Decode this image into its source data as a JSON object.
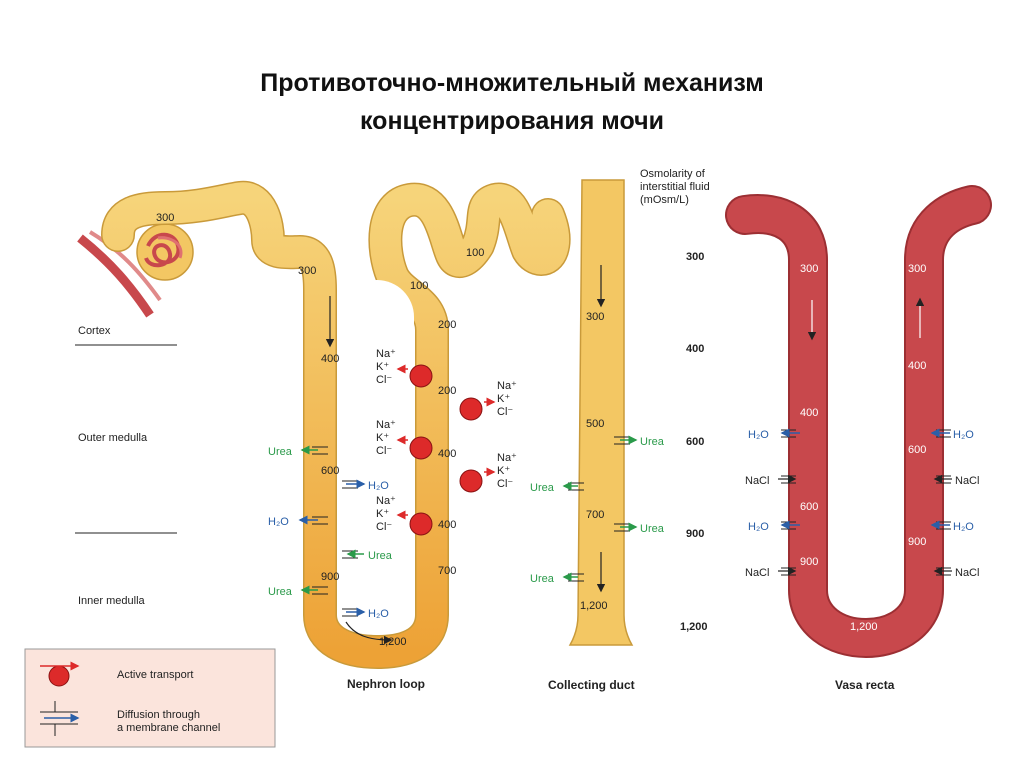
{
  "title": {
    "line1": "Противоточно-множительный механизм",
    "line2": "концентрирования мочи"
  },
  "colors": {
    "tubule": "#f3c763",
    "tubule_deep": "#eea93a",
    "tubule_outline": "#c99a3a",
    "vasa_recta": "#c8484c",
    "vasa_recta_outline": "#9c2f33",
    "pump": "#dd2a2a",
    "urea_text": "#2a9a4a",
    "water_text": "#2a5fa8",
    "legend_bg": "#fbe4dc"
  },
  "osmolarity": {
    "header": [
      "Osmolarity of",
      "interstitial fluid",
      "(mOsm/L)"
    ],
    "values": [
      "300",
      "400",
      "600",
      "900",
      "1,200"
    ]
  },
  "zones": {
    "cortex": "Cortex",
    "outer_medulla": "Outer medulla",
    "inner_medulla": "Inner medulla"
  },
  "nephron": {
    "cortex_top": "300",
    "desc_top": "300",
    "desc_400": "400",
    "desc_600": "600",
    "desc_900": "900",
    "bottom": "1,200",
    "asc_700": "700",
    "asc_400_low": "400",
    "asc_400_high": "400",
    "asc_200_mid": "200",
    "asc_200_top": "200",
    "asc_100": "100",
    "distal_100": "100",
    "ions": {
      "na": "Na⁺",
      "k": "K⁺",
      "cl": "Cl⁻"
    },
    "urea": "Urea",
    "water": "H₂O"
  },
  "collecting_duct": {
    "values": [
      "300",
      "500",
      "700",
      "1,200"
    ],
    "urea": "Urea"
  },
  "vasa_recta": {
    "left": [
      "300",
      "400",
      "600",
      "900"
    ],
    "right": [
      "300",
      "400",
      "600",
      "900"
    ],
    "bottom": "1,200",
    "water": "H₂O",
    "nacl": "NaCl"
  },
  "captions": {
    "nephron_loop": "Nephron loop",
    "collecting_duct": "Collecting duct",
    "vasa_recta": "Vasa recta"
  },
  "legend": {
    "active_transport": "Active transport",
    "diffusion_line1": "Diffusion through",
    "diffusion_line2": "a membrane channel"
  }
}
